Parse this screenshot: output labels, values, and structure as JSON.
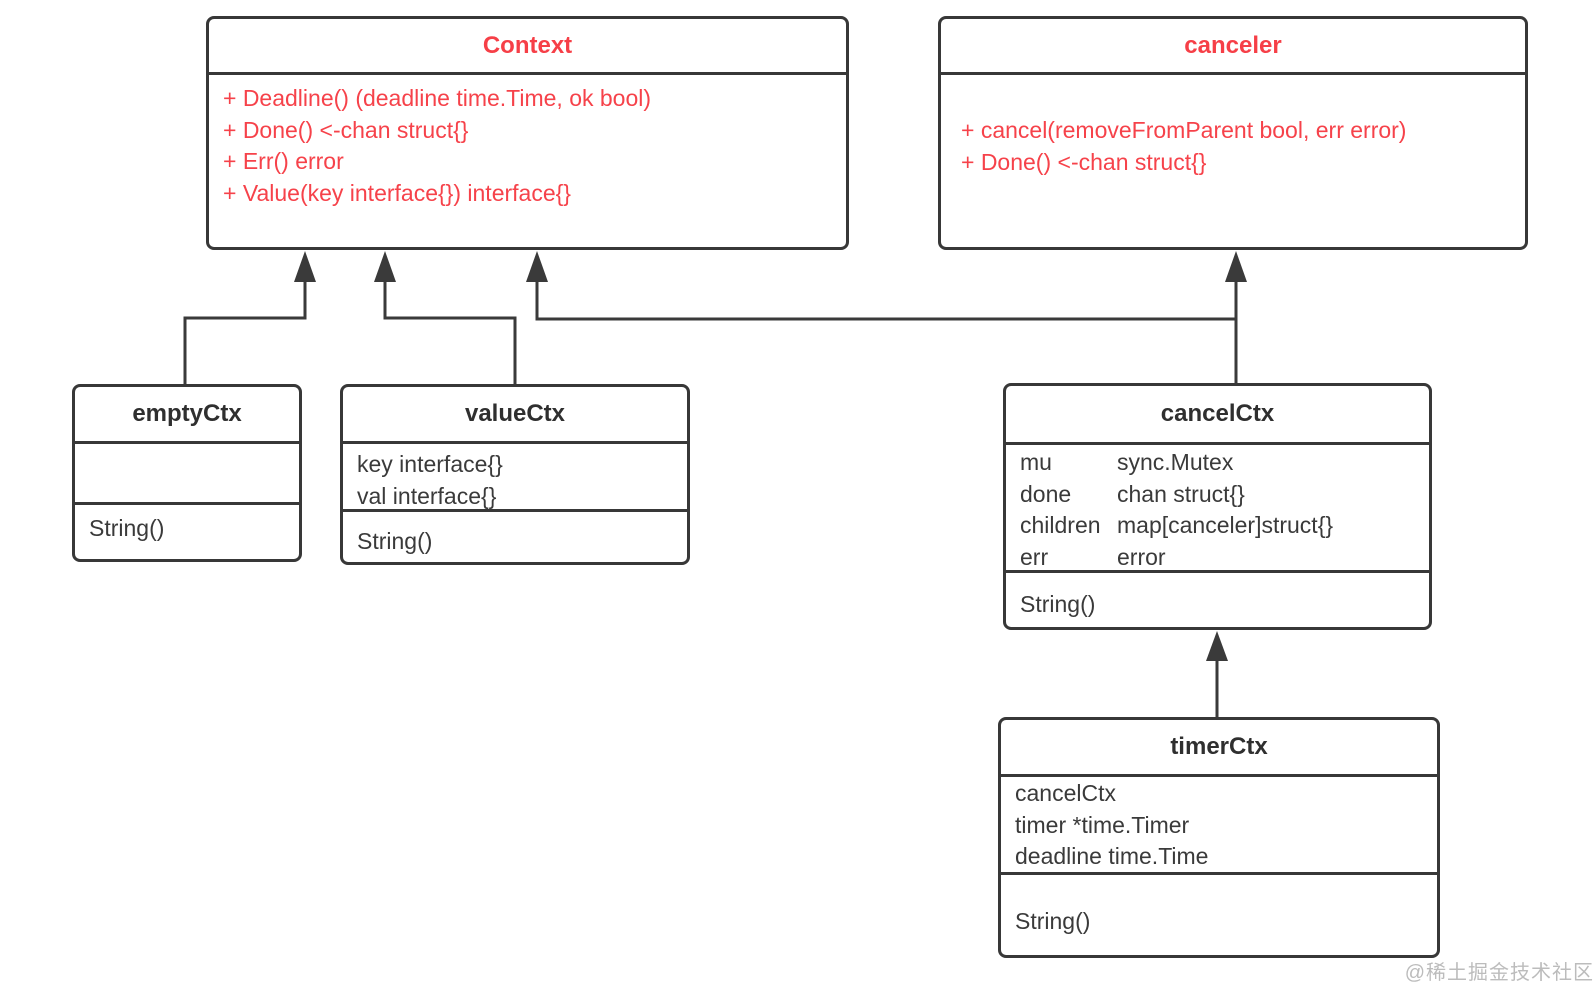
{
  "diagram": {
    "title_hint": "Go context package UML class diagram",
    "colors": {
      "interface_accent": "#f63f47",
      "class_text": "#3a3a3a",
      "stroke": "#3a3a3a",
      "watermark": "#bcbcbc"
    },
    "classes": {
      "context": {
        "title": "Context",
        "methods": [
          "+ Deadline() (deadline time.Time, ok bool)",
          "+ Done() <-chan struct{}",
          "+ Err() error",
          "+ Value(key interface{}) interface{}"
        ]
      },
      "canceler": {
        "title": "canceler",
        "methods": [
          "+ cancel(removeFromParent bool, err error)",
          "+ Done() <-chan struct{}"
        ]
      },
      "emptyCtx": {
        "title": "emptyCtx",
        "fields": [],
        "methods": [
          "String()"
        ]
      },
      "valueCtx": {
        "title": "valueCtx",
        "fields": [
          "key interface{}",
          "val interface{}"
        ],
        "methods": [
          "String()"
        ]
      },
      "cancelCtx": {
        "title": "cancelCtx",
        "fields": [
          {
            "name": "mu",
            "type": "sync.Mutex"
          },
          {
            "name": "done",
            "type": "chan struct{}"
          },
          {
            "name": "children",
            "type": "map[canceler]struct{}"
          },
          {
            "name": "err",
            "type": "error"
          }
        ],
        "methods": [
          "String()"
        ]
      },
      "timerCtx": {
        "title": "timerCtx",
        "fields": [
          "cancelCtx",
          "timer *time.Timer",
          "deadline time.Time"
        ],
        "methods": [
          "String()"
        ]
      }
    },
    "edges": [
      {
        "from": "emptyCtx",
        "to": "Context",
        "kind": "arrow"
      },
      {
        "from": "valueCtx",
        "to": "Context",
        "kind": "arrow"
      },
      {
        "from": "cancelCtx",
        "to": "Context",
        "kind": "arrow"
      },
      {
        "from": "cancelCtx",
        "to": "canceler",
        "kind": "arrow"
      },
      {
        "from": "timerCtx",
        "to": "cancelCtx",
        "kind": "arrow"
      }
    ],
    "watermark": "@稀土掘金技术社区"
  }
}
